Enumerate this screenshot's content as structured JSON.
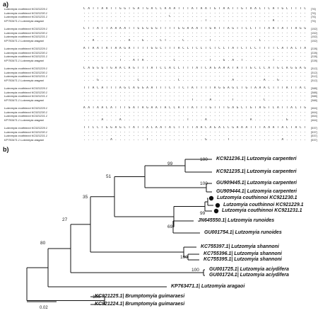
{
  "panels": {
    "a": "a)",
    "b": "b)"
  },
  "alignment": {
    "blocks": [
      {
        "rows": [
          {
            "label": "Lutzomyia couthinnoi KC921229.1",
            "seq": "C A T T A A T T G G T G A T G A C C A A A T T T A T A A T G T A A T T G T A A C T C A T G C T T T C A T T C T A T T G T A A T A A T T T T T T T T A T A A T T A T A C",
            "num": "[76]"
          },
          {
            "label": "Lutzomyia couthinnoi KC921230.1",
            "seq": ". . . . . . . . . . . . . . . . . . . . . . . . . . . . . . . . . . . . . . . . . . . . . . . . . . . . . . . . . . . . . . . . . . . . . . . . . . . .",
            "num": "[76]"
          },
          {
            "label": "Lutzomyia couthinnoi KC921231.1",
            "seq": ". . . . . . . . . . . . . . . . . . . C . . . . . . . . . . . . . . . . . . . . . . . . . . . . . . . . . . . . . . . . . . . . . . . . . . . . . . . .",
            "num": "[76]"
          },
          {
            "label": "KP763471.1 Lutzomyia aragaoi",
            "seq": ". . . . . . . . . . . . . . . . . . . . . . . . . . . T . . . . . . . . . . . . . . A . . . . . . . . A . C . C . . . . . . . . . . . . . . . A . . . .",
            "num": "[76]"
          }
        ]
      },
      {
        "rows": [
          {
            "label": "Lutzomyia couthinnoi KC921229.1",
            "seq": "C T T A T T A A A A T T G G G G G T T T T G G A A A T T G A T T A G T T C C T T T A A T A T T A G G G G C C C C T G A T A T A G C A T T T C C T C G A",
            "num": "[152]"
          },
          {
            "label": "Lutzomyia couthinnoi KC921230.1",
            "seq": ". . . . . . . . . . . . . . . . . . . . . . . . . . . . . . . . . . . . . . . . . . . . . . . . . . . . . . . . . . . . . . . . . . . . . . . . . . . .",
            "num": "[152]"
          },
          {
            "label": "Lutzomyia couthinnoi KC921231.1",
            "seq": ". . . . . . . . . . . . . . . . . . . . . . . . . . . . . . . . . . . . . . . . . . . . . . . . . . . . . . . . . . . . . . . . . . . . . . . . . . . .",
            "num": "[152]"
          },
          {
            "label": "KP763471.1 Lutzomyia aragaoi",
            "seq": ". . A . . . . . . . A . . G . . . C T . . . C . . . . . T . . . . . . . . . . C . . . . . . . . . . . T . . . A . . . . . . . . . . . . . . . . . . . .",
            "num": "[152]"
          }
        ]
      },
      {
        "rows": [
          {
            "label": "Lutzomyia couthinnoi KC921229.1",
            "seq": "A T A A T A T A A G A T T T T G G C T T T A C C T C C T C T C C T A T C T C C T T T T C A T A C T A A G A A G A A T G G T T G A A A C A G G A G C A G G G",
            "num": "[228]"
          },
          {
            "label": "Lutzomyia couthinnoi KC921230.1",
            "seq": ". . . . . . . . . . . . . . . . . . . . . . . . . . . . . . . . . . . . . . . . . . . . . . . . . . . . . . . . . . . . . . . . . . . . . . . . . . . .",
            "num": "[228]"
          },
          {
            "label": "Lutzomyia couthinnoi KC921231.1",
            "seq": ". . . . . . . . . . . . . . . . . . . . . . . . . . . . . . . . . . . . . . . . . . . . . . . . . . . . . . . . . . . . . . . . . . . . . . . . . . . .",
            "num": "[228]"
          },
          {
            "label": "KP763471.1 Lutzomyia aragaoi",
            "seq": ". . . . . . . . T . . A T A . . . . . . C . . . . . . . T . . G . A . T . . . . . . T . . . . . . . . . . . C . . T . . A . . . C . . . G . . . . . .",
            "num": "[228]"
          }
        ]
      },
      {
        "rows": [
          {
            "label": "Lutzomyia couthinnoi KC921229.1",
            "seq": "C A G G G T G A A C A G T T T A T C C A C C T T T A T C A G A A A T A T T G C C C A T G C A G G A G C T T C T G T T G A T T T A G C A A T T T T T C A C",
            "num": "[312]"
          },
          {
            "label": "Lutzomyia couthinnoi KC921230.1",
            "seq": ". . . . . . . . . . . . . . . . . . . . . . . . . . . . . . . . . . . . . . . . . . . . . . . . . . . . . . . . . . . . . . . . . . . . . . . . . . . .",
            "num": "[312]"
          },
          {
            "label": "Lutzomyia couthinnoi KC921231.1",
            "seq": ". . . . . . . . . . . . . . . . . . . . . . . . . . . . . . . . . . . . . . . . . . . . . . . . . . . . . . . . . . . . . . . . . . . . . . . . . . . .",
            "num": "[312]"
          },
          {
            "label": "KP763471.1 Lutzomyia aragaoi",
            "seq": ". . . G . . . . . . . . C . . . . . . . . C . . . . . . . . . . . A . . . . . . A . . G . . . . . . . . C . . . . . . . . . . . . . . . . . . . . . .",
            "num": "[312]"
          }
        ]
      },
      {
        "rows": [
          {
            "label": "Lutzomyia couthinnoi KC921229.1",
            "seq": "T T A C A T T T A G C A G G A A T T T C T T C T A T T T T A G G A G C T G T A A A C T T T A T T A C A A C A G T A A T T A A T A T A C G A T C A A G A G G",
            "num": "[388]"
          },
          {
            "label": "Lutzomyia couthinnoi KC921230.1",
            "seq": ". . . . . . . . . . . . . . . . . . . . . . . . . . . . . . . . . . . . . . . . . . . . . . . . . . . . . . . . . . . . . . . . . . . . . . . . . . . .",
            "num": "[388]"
          },
          {
            "label": "Lutzomyia couthinnoi KC921231.1",
            "seq": ". . . . . . . . . . . . . . . . . . . . . . . . . . . . . . . . . . . . . . . . . . . . . . . . . . . . . . . . . . . . . . . . . . . . . . . . . . . .",
            "num": "[388]"
          },
          {
            "label": "KP763471.1 Lutzomyia aragaoi",
            "seq": ". . . . . . . . . . . . . . . . . . . . . . . . T . . . A . . . . T . . . . . . C . . . . . . . . . C . . . . . A . . . . . . . . . T . . . . . . . . . .",
            "num": "[388]"
          }
        ]
      },
      {
        "rows": [
          {
            "label": "Lutzomyia couthinnoi KC921229.1",
            "seq": "A A T A A C A T T T G A T A G A A T A C C A T T A T T T G T T T G A G C T G T A G T C A T T A C T G C A T T T T A C T T C T T T T A T C T C T C T C C C",
            "num": "[464]"
          },
          {
            "label": "Lutzomyia couthinnoi KC921230.1",
            "seq": ". . . . . . . . . . . . . . . . . . . . . . . . . . . . . . . . . . . . . . . . . . . . . . . . . . . . . . . . . . . . . . . . . . . . . . . . . . . .",
            "num": "[464]"
          },
          {
            "label": "Lutzomyia couthinnoi KC921231.1",
            "seq": ". . . . . . . . . . . . . . . . . . . . . . . . . . . . . . . . . . . . . . . . . . . . . . . . . . . . . . . . . . . . . . . . . . . . . . . . . . . .",
            "num": "[464]"
          },
          {
            "label": "KP763471.1 Lutzomyia aragaoi",
            "seq": ". . . . A . . . A . . . . . . . . . . . . . . T . . . A . . . . . . . . . A . . . . . . . G . . . . . . C . . . . . A . . . . . . . . . A . . . . . .",
            "num": "[464]"
          }
        ]
      },
      {
        "rows": [
          {
            "label": "Lutzomyia couthinnoi KC921229.1",
            "seq": "T T C C T G G A G C T A T T A C A A T A C T T T T A A C A G A C C G A A A T T T A A A T A C T A C T T T T T T T G A C",
            "num": "[537]"
          },
          {
            "label": "Lutzomyia couthinnoi KC921230.1",
            "seq": ". . . . . . . . . . . . . . . . . . . . . . . . . . . . . . . . . . . . . . . . . . . . . . . . . . . . . . . . . . . .",
            "num": "[537]"
          },
          {
            "label": "Lutzomyia couthinnoi KC921231.1",
            "seq": ". . . . . . . . . . . . . . . . . . . . . . . . . . . . . . . . . . . . . . . . . . . . . . . . . . . . . . . . . . . .",
            "num": "[537]"
          },
          {
            "label": "KP763471.1 Lutzomyia aragaoi",
            "seq": ". . . . . . A . . . . . . . T . . . . . . . . . . . . G . . . . T . . . . . . . . . . . A . . . . . . . . . . . . . . .",
            "num": "[537]"
          }
        ]
      }
    ]
  },
  "tree": {
    "taxa": [
      {
        "name": "KC921236.1| Lutzomyia carpenteri",
        "bootstrap": "100",
        "marker": false
      },
      {
        "name": "KC921235.1| Lutzomyia carpenteri",
        "bootstrap": "",
        "marker": false
      },
      {
        "name": "GU909445.1| Lutzomyia carpenteri",
        "bootstrap": "100",
        "marker": false
      },
      {
        "name": "GU909444.1| Lutzomyia carpenteri",
        "bootstrap": "",
        "marker": false
      },
      {
        "name": "Lutzomyia couthinnoi KC921230.1",
        "bootstrap": "",
        "marker": true
      },
      {
        "name": "Lutzomyia couthinnoi KC921229.1",
        "bootstrap": "",
        "marker": true
      },
      {
        "name": "Lutzomyia couthinnoi KC921231.1",
        "bootstrap": "99",
        "marker": true
      },
      {
        "name": "JN645550.1| Lutzomyia runoides",
        "bootstrap": "",
        "marker": false
      },
      {
        "name": "GU001754.1| Lutzomyia runoides",
        "bootstrap": "",
        "marker": false
      },
      {
        "name": "KC755397.1| Lutzomyia shannoni",
        "bootstrap": "",
        "marker": false
      },
      {
        "name": "KC755396.1| Lutzomyia shannoni",
        "bootstrap": "100",
        "marker": false
      },
      {
        "name": "KC755395.1| Lutzomyia shannoni",
        "bootstrap": "",
        "marker": false
      },
      {
        "name": "GU001725.1| Lutzomyia aciydifera",
        "bootstrap": "100",
        "marker": false
      },
      {
        "name": "GU001724.1| Lutzomyia aciydifera",
        "bootstrap": "",
        "marker": false
      },
      {
        "name": "KP763471.1| Lutzomyia aragaoi",
        "bootstrap": "",
        "marker": false
      },
      {
        "name": "KC921225.1| Brumptomyia guimaraesi",
        "bootstrap": "100",
        "marker": false
      },
      {
        "name": "KC921224.1| Brumptomyia guimaraesi",
        "bootstrap": "",
        "marker": false
      }
    ],
    "internal_bootstrap": {
      "n51": "51",
      "n99": "99",
      "n35": "35",
      "n27": "27",
      "n69": "69",
      "n80": "80"
    },
    "scale_label": "0.02",
    "line_color": "#111111"
  }
}
